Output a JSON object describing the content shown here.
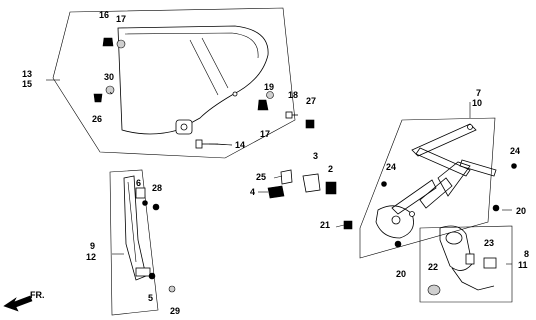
{
  "callouts": {
    "c16": "16",
    "c17a": "17",
    "c13": "13",
    "c15": "15",
    "c30": "30",
    "c26": "26",
    "c19": "19",
    "c18": "18",
    "c27": "27",
    "c17b": "17",
    "c14": "14",
    "c7": "7",
    "c10": "10",
    "c3": "3",
    "c2": "2",
    "c25": "25",
    "c4": "4",
    "c24a": "24",
    "c24b": "24",
    "c6": "6",
    "c28": "28",
    "c21": "21",
    "c20a": "20",
    "c20b": "20",
    "c9": "9",
    "c12": "12",
    "c23": "23",
    "c8": "8",
    "c11": "11",
    "c22": "22",
    "c5": "5",
    "c29": "29"
  },
  "direction_label": "FR.",
  "colors": {
    "line": "#000000",
    "background": "#ffffff"
  }
}
